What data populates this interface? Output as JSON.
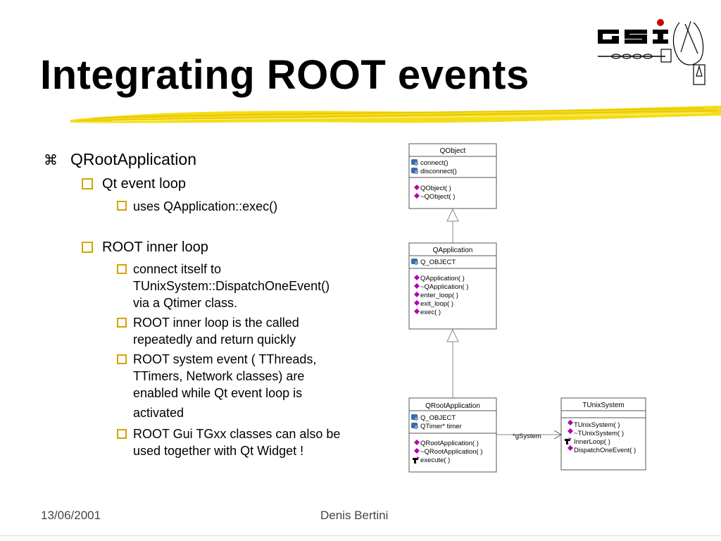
{
  "slide": {
    "title": "Integrating ROOT events",
    "logo_text": "GSI"
  },
  "bullets": {
    "l1": "QRootApplication",
    "qt_loop": "Qt event loop",
    "qt_exec": "uses QApplication::exec()",
    "root_loop": "ROOT inner loop",
    "connect": [
      "connect itself  to",
      "TUnixSystem::DispatchOneEvent()",
      "via a Qtimer class."
    ],
    "called": [
      "ROOT inner loop is the called",
      "repeatedly and return quickly"
    ],
    "system": [
      "ROOT system event ( TThreads,",
      "TTimers, Network classes) are",
      "enabled while Qt event loop is"
    ],
    "activated": "activated",
    "gui": [
      "ROOT Gui TGxx classes can also be",
      "used together with Qt Widget !"
    ]
  },
  "uml": {
    "qobject": {
      "name": "QObject",
      "attrs": [
        "connect()",
        "disconnect()"
      ],
      "ops": [
        "QObject( )",
        "~QObject( )"
      ]
    },
    "qapplication": {
      "name": "QApplication",
      "attrs": [
        "Q_OBJECT"
      ],
      "ops": [
        "QApplication( )",
        "~QApplication( )",
        "enter_loop( )",
        "exit_loop( )",
        "exec( )"
      ]
    },
    "qrootapplication": {
      "name": "QRootApplication",
      "attrs": [
        "Q_OBJECT",
        "QTimer* timer"
      ],
      "ops": [
        "QRootApplication( )",
        "~QRootApplication( )",
        "execute( )"
      ]
    },
    "tunixsystem": {
      "name": "TUnixSystem",
      "ops": [
        "TUnixSystem( )",
        "~TUnixSystem( )",
        "InnerLoop( )",
        "DispatchOneEvent( )"
      ]
    },
    "association_label": "*gSystem"
  },
  "footer": {
    "date": "13/06/2001",
    "author": "Denis Bertini"
  },
  "colors": {
    "accent_yellow": "#f2d800",
    "checkbox_gold": "#d4a400",
    "method_icon": "#b000b0",
    "attr_icon": "#3a6ea5"
  }
}
